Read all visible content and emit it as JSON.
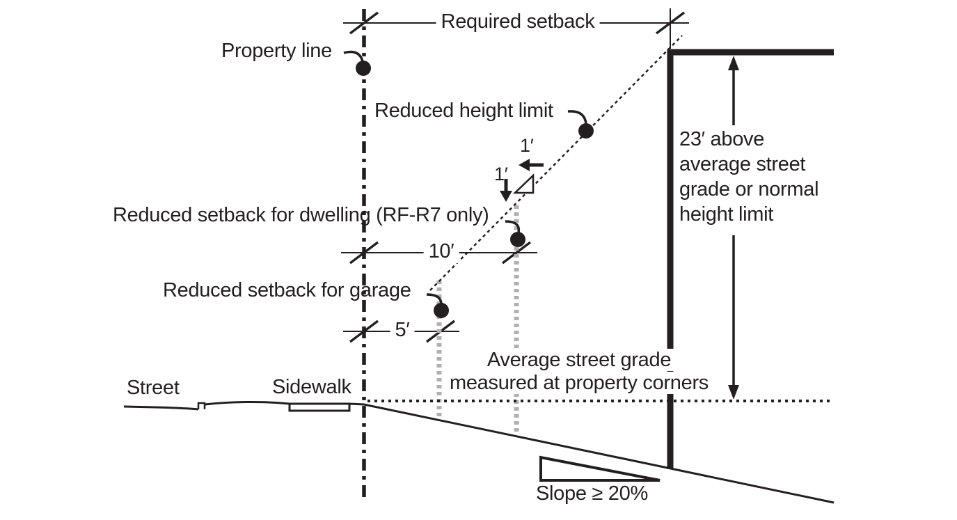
{
  "colors": {
    "ink": "#231f20",
    "gray_dotted": "#b1afaf",
    "background": "#ffffff"
  },
  "labels": {
    "property_line": "Property line",
    "required_setback": "Required setback",
    "reduced_height_limit": "Reduced height limit",
    "one_foot_horizontal": "1′",
    "one_foot_vertical": "1′",
    "setback_dwelling": "Reduced setback for dwelling (RF-R7 only)",
    "dim_10": "10′",
    "setback_garage": "Reduced setback for garage",
    "dim_5": "5′",
    "street": "Street",
    "sidewalk": "Sidewalk",
    "avg_grade_line1": "Average street grade",
    "avg_grade_line2": "measured at property corners",
    "height_limit_line1": "23′ above",
    "height_limit_line2": "average street",
    "height_limit_line3": "grade or normal",
    "height_limit_line4": "height limit",
    "slope": "Slope ≥ 20%"
  }
}
